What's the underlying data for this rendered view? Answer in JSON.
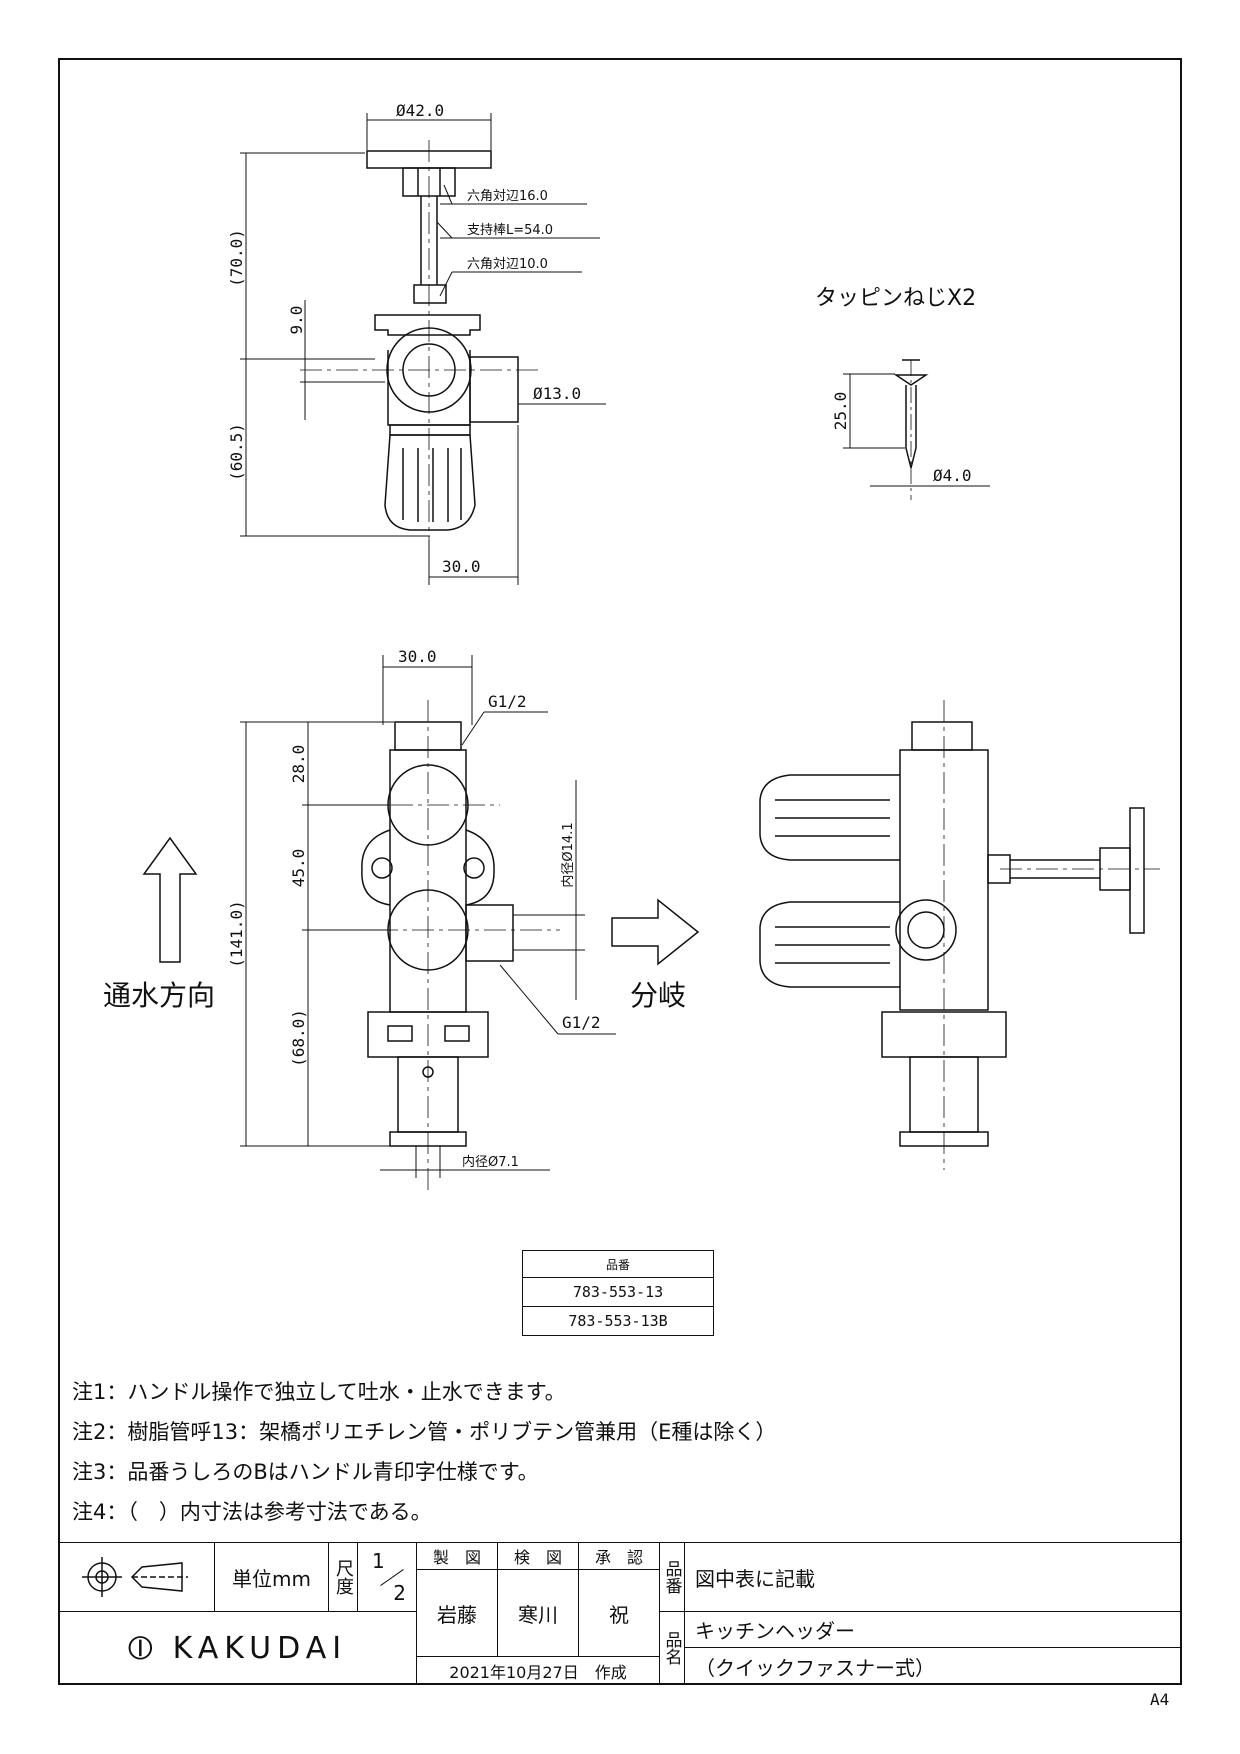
{
  "top_view": {
    "dim_flange": "Ø42.0",
    "hex16": "六角対辺16.0",
    "rod": "支持棒L=54.0",
    "hex10": "六角対辺10.0",
    "dim_70": "(70.0)",
    "dim_9": "9.0",
    "dim_60": "(60.5)",
    "dim_13": "Ø13.0",
    "dim_30": "30.0"
  },
  "screw": {
    "title": "タッピンねじX2",
    "len": "25.0",
    "dia": "Ø4.0"
  },
  "front_view": {
    "dim_30": "30.0",
    "g_top": "G1/2",
    "g_bottom": "G1/2",
    "dim_141": "(141.0)",
    "dim_28": "28.0",
    "dim_45": "45.0",
    "dim_68": "(68.0)",
    "inner_14": "内径Ø14.1",
    "inner_7": "内径Ø7.1",
    "flow": "通水方向",
    "branch": "分岐"
  },
  "part_table": {
    "header": "品番",
    "rows": [
      "783-553-13",
      "783-553-13B"
    ]
  },
  "notes": [
    "注1：ハンドル操作で独立して吐水・止水できます。",
    "注2：樹脂管呼13：架橋ポリエチレン管・ポリブテン管兼用（E種は除く）",
    "注3：品番うしろのBはハンドル青印字仕様です。",
    "注4：（　）内寸法は参考寸法である。"
  ],
  "title_block": {
    "unit": "単位mm",
    "scale_label": "尺度",
    "scale_num": "1",
    "scale_den": "2",
    "made": "製　図",
    "checked": "検　図",
    "approved": "承　認",
    "made_by": "岩藤",
    "checked_by": "寒川",
    "approved_by": "祝",
    "part_no_label": "品番",
    "part_no_value": "図中表に記載",
    "name_label": "品名",
    "name_line1": "キッチンヘッダー",
    "name_line2": "（クイックファスナー式）",
    "date": "2021年10月27日　作成",
    "brand": "KAKUDAI"
  },
  "paper_size": "A4"
}
